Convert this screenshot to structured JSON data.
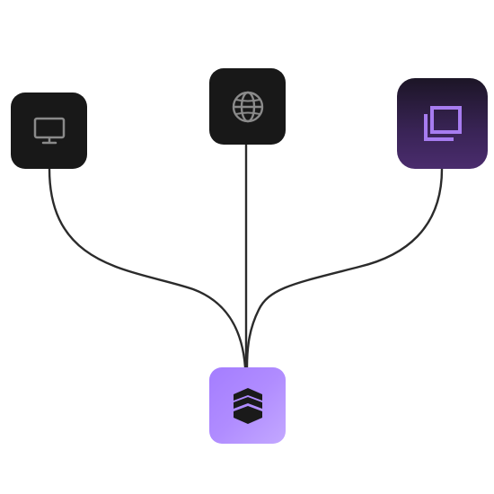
{
  "diagram": {
    "nodes": [
      {
        "id": "monitor",
        "icon": "monitor-icon",
        "background": "#181818",
        "icon_color": "#8a8a8a"
      },
      {
        "id": "globe",
        "icon": "globe-icon",
        "background": "#181818",
        "icon_color": "#8a8a8a"
      },
      {
        "id": "layers",
        "icon": "layers-icon",
        "background": "#3a2457",
        "icon_color": "#a77cf0"
      },
      {
        "id": "hub",
        "icon": "stacked-logo-icon",
        "background": "#b08cff",
        "icon_color": "#1a1a1a"
      }
    ],
    "edges": [
      {
        "from": "monitor",
        "to": "hub"
      },
      {
        "from": "globe",
        "to": "hub"
      },
      {
        "from": "layers",
        "to": "hub"
      }
    ],
    "edge_color": "#2b2b2b"
  }
}
